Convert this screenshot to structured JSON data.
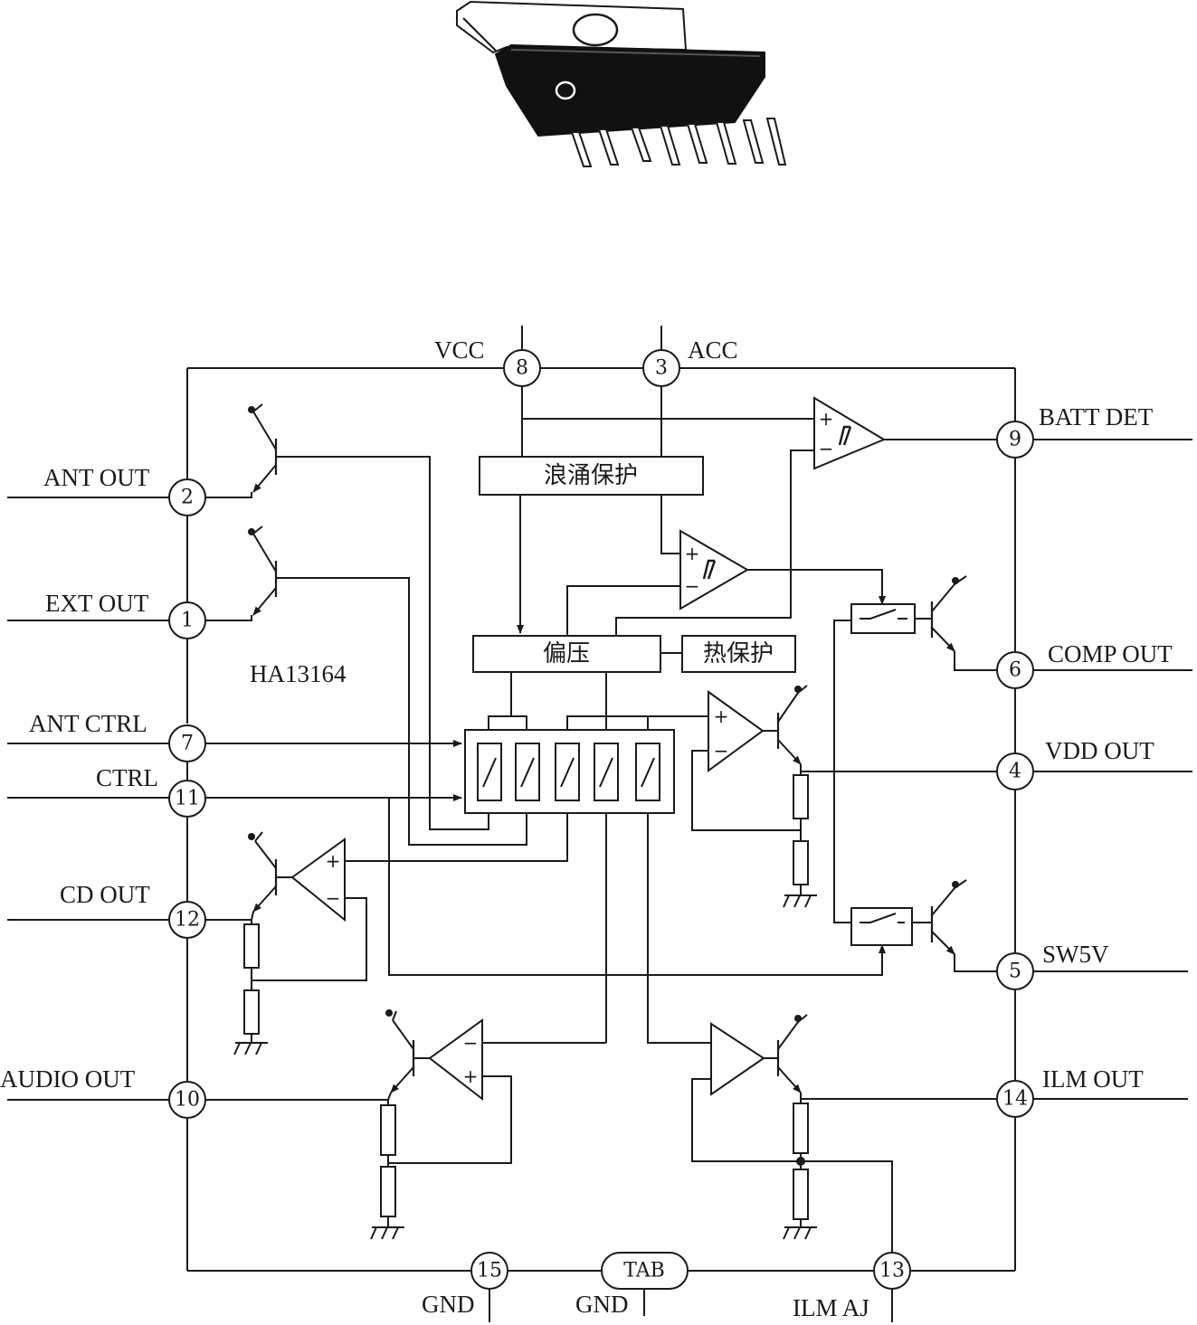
{
  "chip": {
    "part_number": "HA13164"
  },
  "blocks": {
    "surge_protection": "浪涌保护",
    "bias": "偏压",
    "thermal_protection": "热保护"
  },
  "pins": {
    "p8": {
      "num": "8",
      "name": "VCC"
    },
    "p3": {
      "num": "3",
      "name": "ACC"
    },
    "p9": {
      "num": "9",
      "name": "BATT DET"
    },
    "p2": {
      "num": "2",
      "name": "ANT OUT"
    },
    "p1": {
      "num": "1",
      "name": "EXT OUT"
    },
    "p6": {
      "num": "6",
      "name": "COMP OUT"
    },
    "p7": {
      "num": "7",
      "name": "ANT CTRL"
    },
    "p4": {
      "num": "4",
      "name": "VDD OUT"
    },
    "p11": {
      "num": "11",
      "name": "CTRL"
    },
    "p12": {
      "num": "12",
      "name": "CD OUT"
    },
    "p5": {
      "num": "5",
      "name": "SW5V"
    },
    "p10": {
      "num": "10",
      "name": "AUDIO OUT"
    },
    "p14": {
      "num": "14",
      "name": "ILM OUT"
    },
    "p15": {
      "num": "15",
      "name": "GND"
    },
    "tab": {
      "num": "TAB",
      "name": "GND"
    },
    "p13": {
      "num": "13",
      "name": "ILM AJ"
    }
  },
  "comparator": {
    "plus": "+",
    "minus": "−"
  }
}
